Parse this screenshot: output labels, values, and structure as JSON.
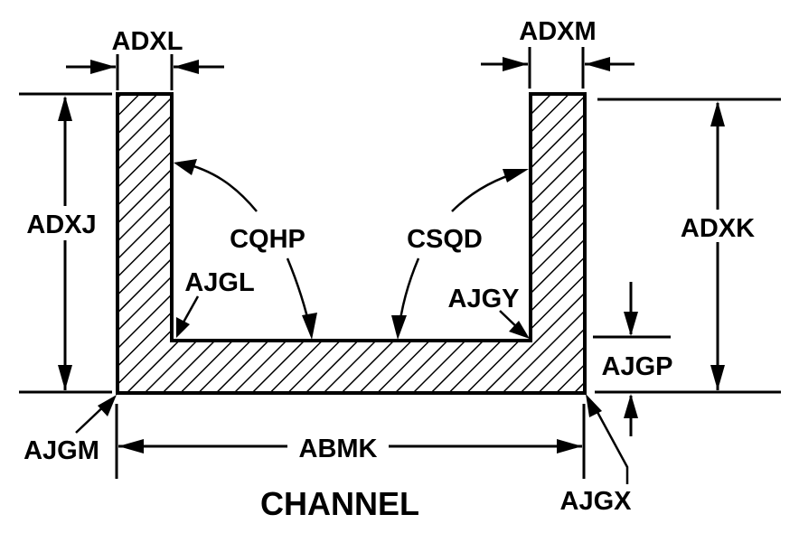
{
  "diagram": {
    "title": "CHANNEL",
    "colors": {
      "ink": "#000000",
      "background": "#ffffff"
    },
    "labels": {
      "flange_width_left": "ADXL",
      "flange_width_right": "ADXM",
      "height_left": "ADXJ",
      "height_right": "ADXK",
      "inner_angle_left": "CQHP",
      "inner_angle_right": "CSQD",
      "inner_corner_left": "AJGL",
      "inner_corner_right": "AJGY",
      "web_thickness": "AJGP",
      "outer_corner_left": "AJGM",
      "outer_corner_right": "AJGX",
      "overall_width": "ABMK"
    }
  }
}
